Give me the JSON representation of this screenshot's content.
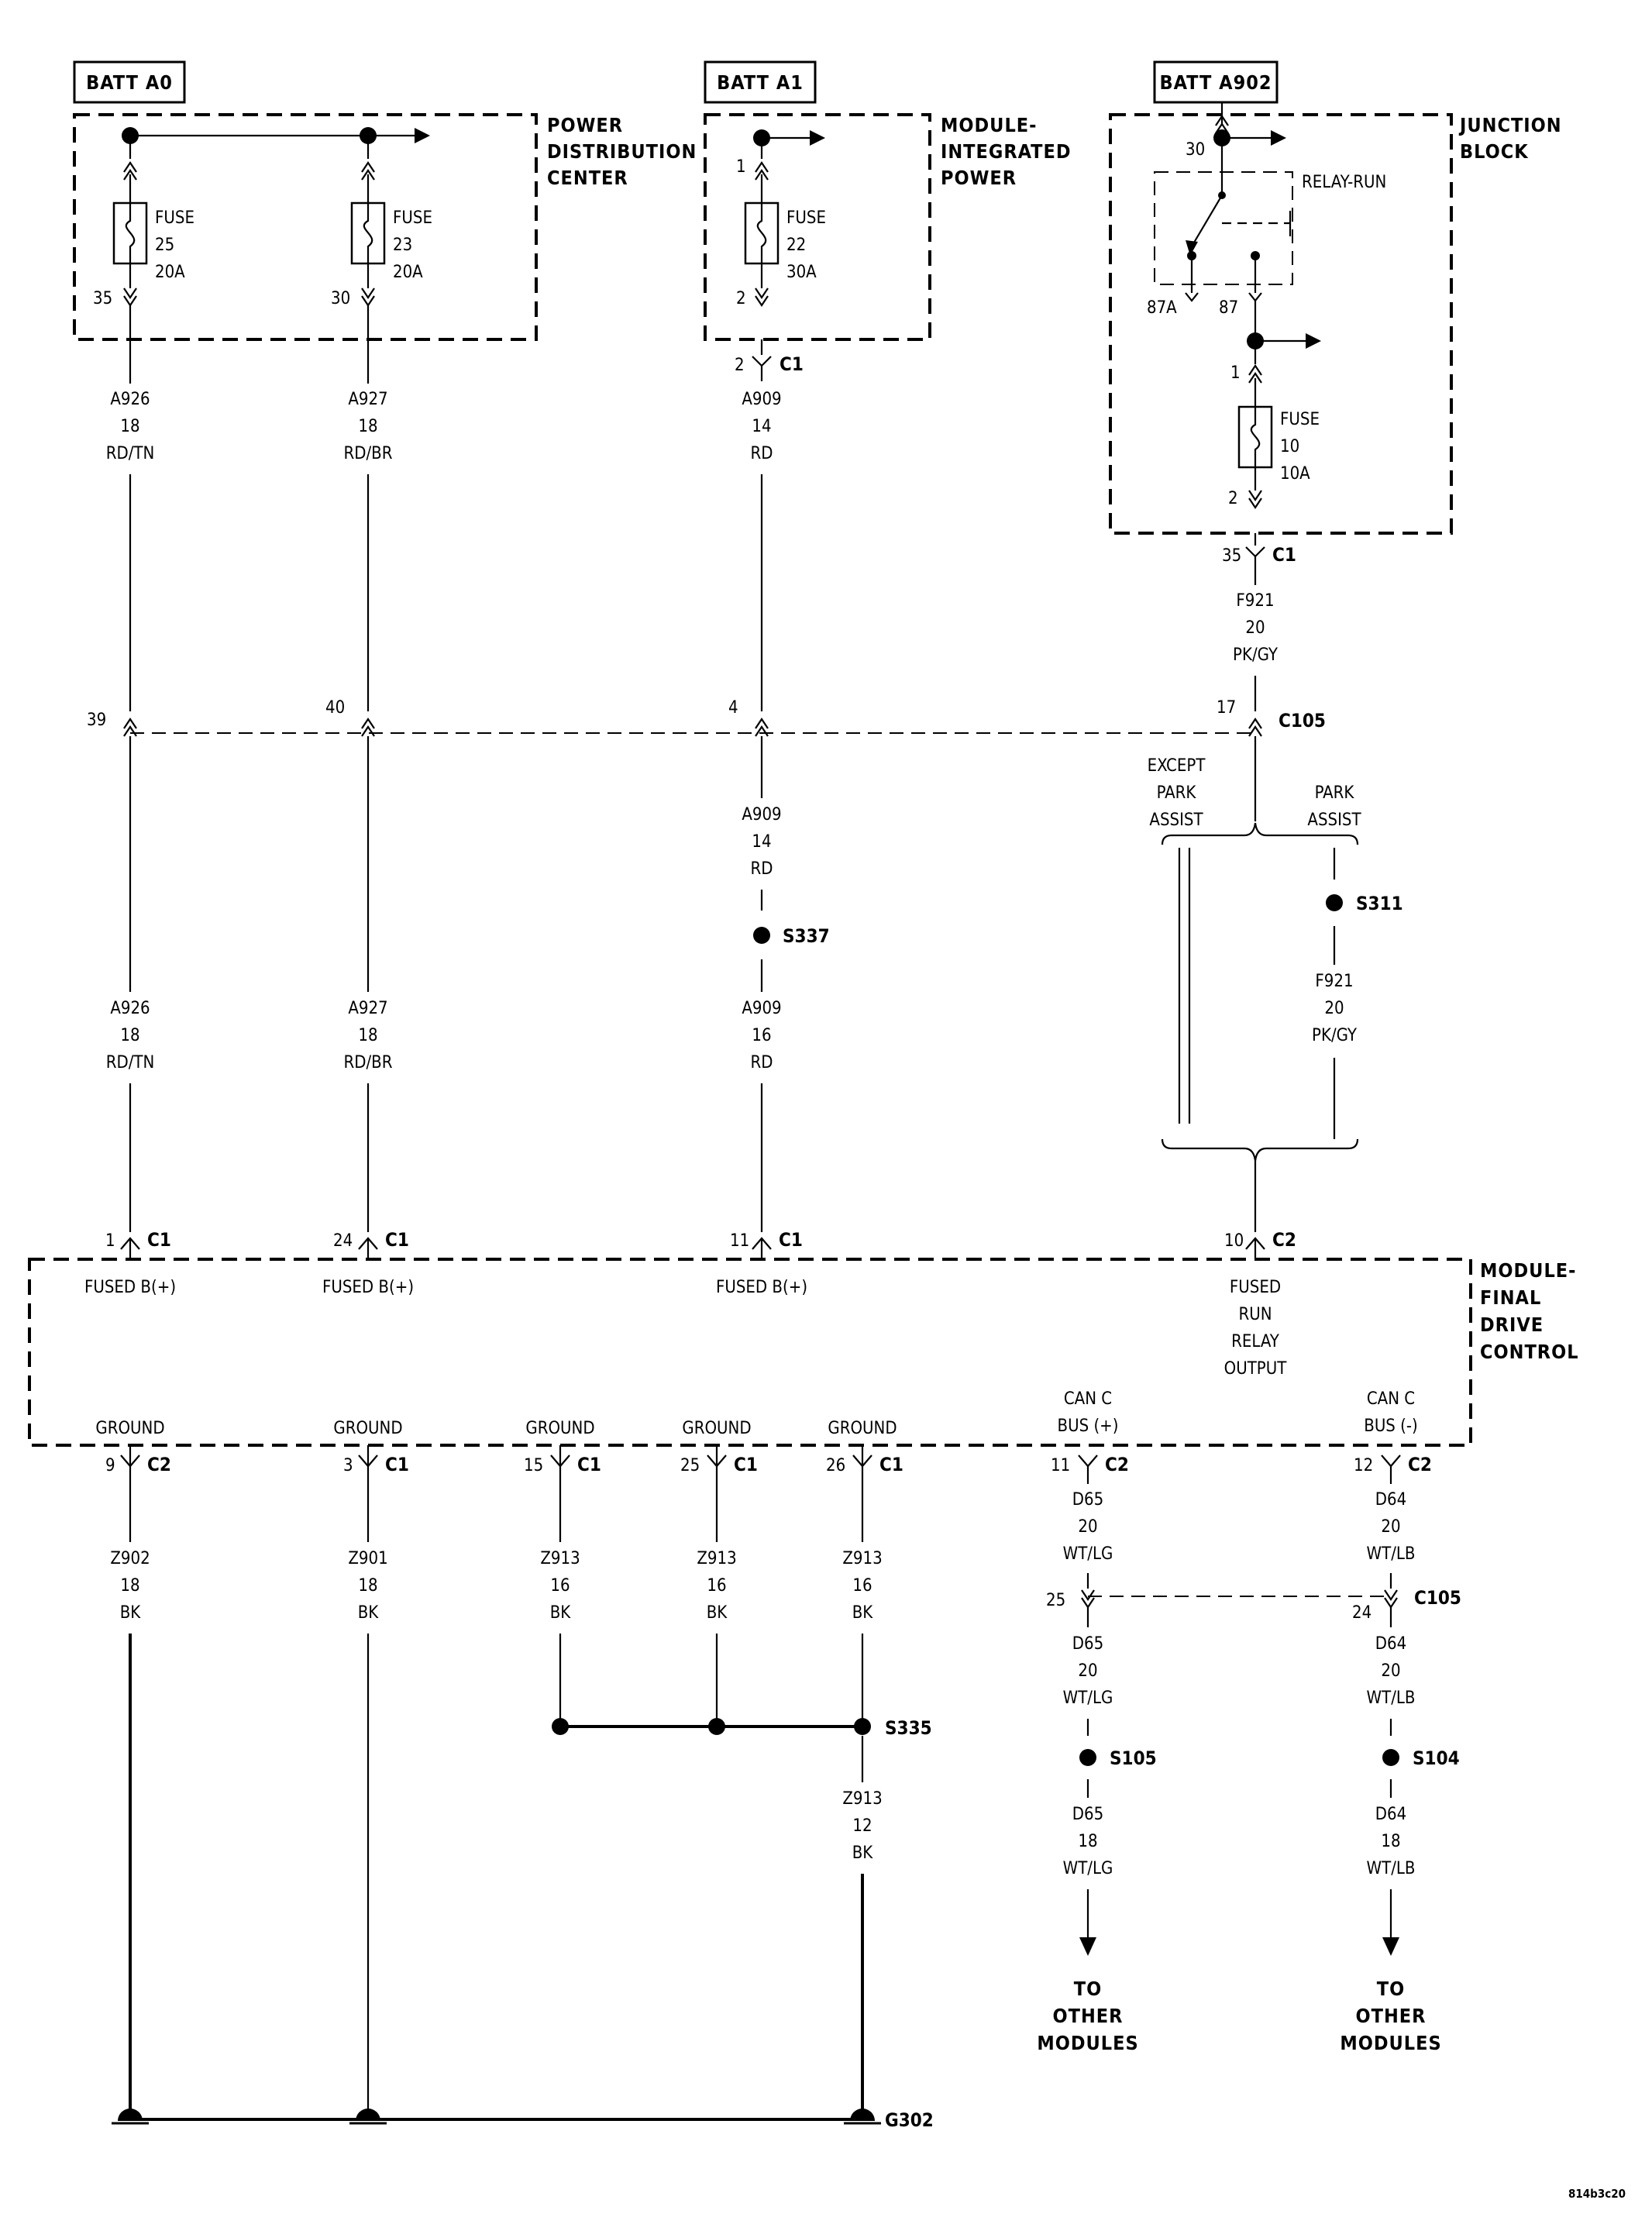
{
  "sources": {
    "batt_a0": "BATT A0",
    "batt_a1": "BATT A1",
    "batt_a902": "BATT A902"
  },
  "blocks": {
    "pdc": [
      "POWER",
      "DISTRIBUTION",
      "CENTER"
    ],
    "mip": [
      "MODULE-",
      "INTEGRATED",
      "POWER"
    ],
    "jb": [
      "JUNCTION",
      "BLOCK"
    ],
    "fdc": [
      "MODULE-",
      "FINAL",
      "DRIVE",
      "CONTROL"
    ]
  },
  "fuses": {
    "f25": [
      "FUSE",
      "25",
      "20A"
    ],
    "f23": [
      "FUSE",
      "23",
      "20A"
    ],
    "f22": [
      "FUSE",
      "22",
      "30A"
    ],
    "f10": [
      "FUSE",
      "10",
      "10A"
    ]
  },
  "relay": {
    "label": "RELAY-RUN",
    "pin30": "30",
    "pin87a": "87A",
    "pin87": "87"
  },
  "pins": {
    "p35": "35",
    "p30": "30",
    "p1": "1",
    "p2": "2",
    "jb_1": "1",
    "jb_2": "2",
    "c1_2": "2",
    "c1_35": "35",
    "c105_39": "39",
    "c105_40": "40",
    "c105_4": "4",
    "c105_17": "17",
    "fdc_1": "1",
    "fdc_24": "24",
    "fdc_11": "11",
    "fdc_10": "10",
    "g_9": "9",
    "g_3": "3",
    "g_15": "15",
    "g_25": "25",
    "g_26": "26",
    "can_11": "11",
    "can_12": "12",
    "c105_25": "25",
    "c105_24": "24"
  },
  "connectors": {
    "c1": "C1",
    "c2": "C2",
    "c105": "C105"
  },
  "wires": {
    "a926": [
      "A926",
      "18",
      "RD/TN"
    ],
    "a927": [
      "A927",
      "18",
      "RD/BR"
    ],
    "a909_14": [
      "A909",
      "14",
      "RD"
    ],
    "a909_16": [
      "A909",
      "16",
      "RD"
    ],
    "f921": [
      "F921",
      "20",
      "PK/GY"
    ],
    "z902": [
      "Z902",
      "18",
      "BK"
    ],
    "z901": [
      "Z901",
      "18",
      "BK"
    ],
    "z913_16": [
      "Z913",
      "16",
      "BK"
    ],
    "z913_12": [
      "Z913",
      "12",
      "BK"
    ],
    "d65_20": [
      "D65",
      "20",
      "WT/LG"
    ],
    "d65_18": [
      "D65",
      "18",
      "WT/LG"
    ],
    "d64_20": [
      "D64",
      "20",
      "WT/LB"
    ],
    "d64_18": [
      "D64",
      "18",
      "WT/LB"
    ]
  },
  "splices": {
    "s337": "S337",
    "s311": "S311",
    "s335": "S335",
    "s105": "S105",
    "s104": "S104",
    "g302": "G302"
  },
  "options": {
    "except": [
      "EXCEPT",
      "PARK",
      "ASSIST"
    ],
    "park": [
      "PARK",
      "ASSIST"
    ]
  },
  "module_pins": {
    "fused_b": "FUSED B(+)",
    "fused_run": [
      "FUSED",
      "RUN",
      "RELAY",
      "OUTPUT"
    ],
    "ground": "GROUND",
    "can_pos": [
      "CAN C",
      "BUS (+)"
    ],
    "can_neg": [
      "CAN C",
      "BUS (-)"
    ]
  },
  "destinations": {
    "to_other": [
      "TO",
      "OTHER",
      "MODULES"
    ]
  },
  "figure_id": "814b3c20"
}
